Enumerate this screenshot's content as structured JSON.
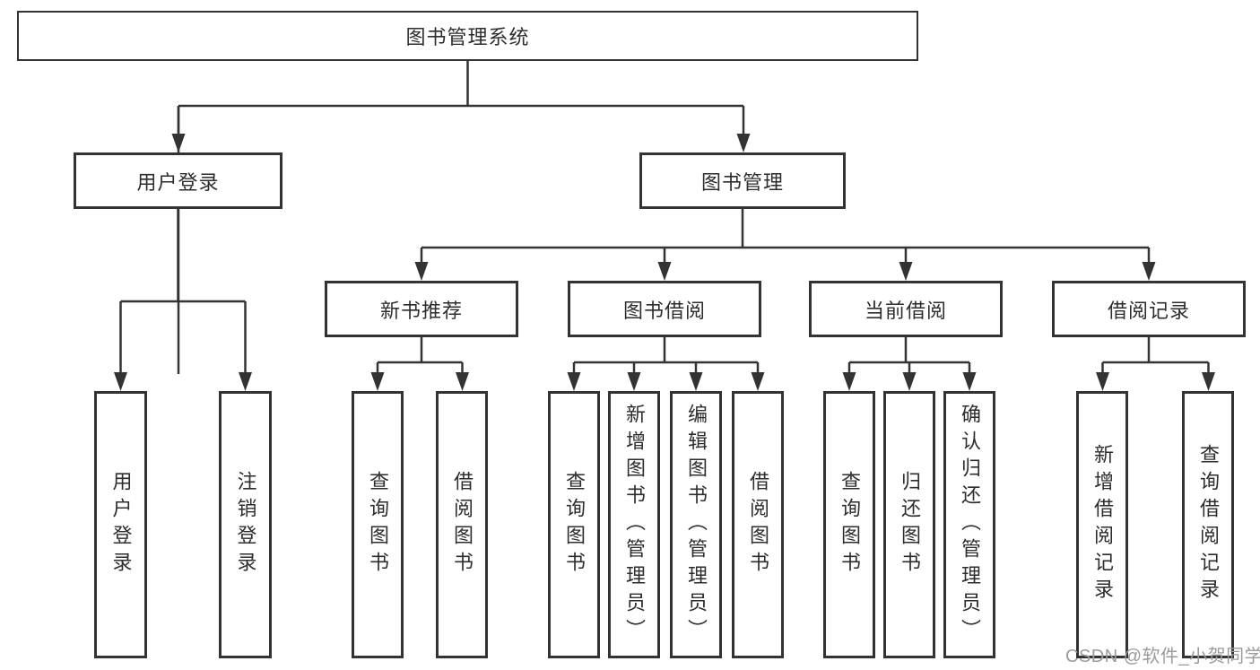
{
  "colors": {
    "line": "#333333",
    "text": "#2d2d2d",
    "watermark_text": "#9b9b9b"
  },
  "tree": {
    "root": "图书管理系统",
    "branches": [
      {
        "label": "用户登录",
        "leaves": [
          "用户登录",
          "注销登录"
        ]
      },
      {
        "label": "图书管理",
        "groups": [
          {
            "label": "新书推荐",
            "leaves": [
              "查询图书",
              "借阅图书"
            ]
          },
          {
            "label": "图书借阅",
            "leaves": [
              "查询图书",
              "新增图书（管理员）",
              "编辑图书（管理员）",
              "借阅图书"
            ]
          },
          {
            "label": "当前借阅",
            "leaves": [
              "查询图书",
              "归还图书",
              "确认归还（管理员）"
            ]
          },
          {
            "label": "借阅记录",
            "leaves": [
              "新增借阅记录",
              "查询借阅记录"
            ]
          }
        ]
      }
    ]
  },
  "watermark": "CSDN @软件_小贺同学"
}
